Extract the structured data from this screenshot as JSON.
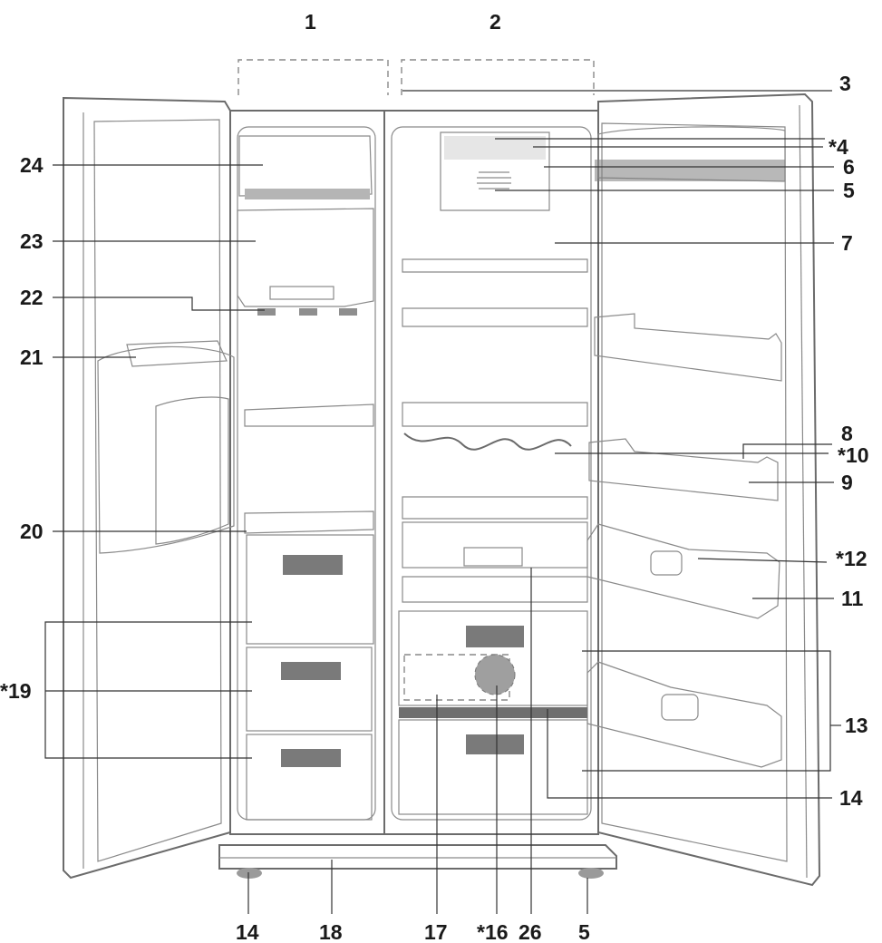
{
  "callouts": [
    {
      "id": "1",
      "text": "1"
    },
    {
      "id": "2",
      "text": "2"
    },
    {
      "id": "3",
      "text": "3"
    },
    {
      "id": "4",
      "text": "*4"
    },
    {
      "id": "6",
      "text": "6"
    },
    {
      "id": "5r",
      "text": "5"
    },
    {
      "id": "7",
      "text": "7"
    },
    {
      "id": "8",
      "text": "8"
    },
    {
      "id": "10",
      "text": "*10"
    },
    {
      "id": "9",
      "text": "9"
    },
    {
      "id": "12",
      "text": "*12"
    },
    {
      "id": "11",
      "text": "11"
    },
    {
      "id": "13",
      "text": "13"
    },
    {
      "id": "14r",
      "text": "14"
    },
    {
      "id": "24",
      "text": "24"
    },
    {
      "id": "23",
      "text": "23"
    },
    {
      "id": "22",
      "text": "22"
    },
    {
      "id": "21",
      "text": "21"
    },
    {
      "id": "20",
      "text": "20"
    },
    {
      "id": "19",
      "text": "*19"
    },
    {
      "id": "14b",
      "text": "14"
    },
    {
      "id": "18",
      "text": "18"
    },
    {
      "id": "17",
      "text": "17"
    },
    {
      "id": "16",
      "text": "*16"
    },
    {
      "id": "26",
      "text": "26"
    },
    {
      "id": "5b",
      "text": "5"
    }
  ]
}
